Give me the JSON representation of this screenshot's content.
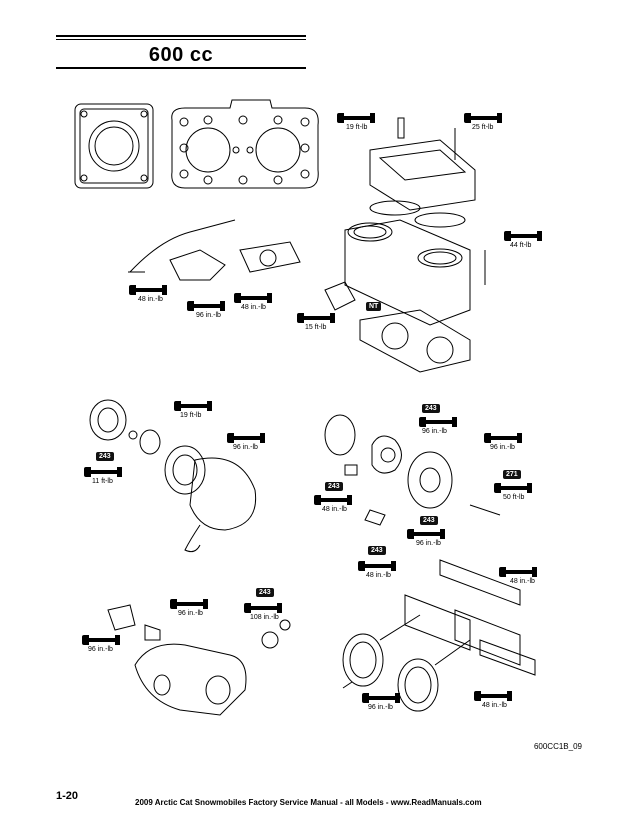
{
  "header": {
    "title": "600 cc"
  },
  "figure": {
    "code": "600CC1B_09",
    "torque_labels": {
      "top_19": "19 ft-lb",
      "top_25": "25 ft-lb",
      "top_44": "44 ft-lb",
      "top_15": "15 ft-lb",
      "top_48a": "48 in.-lb",
      "top_96": "96 in.-lb",
      "top_48b": "48 in.-lb",
      "rec_19": "19 ft-lb",
      "rec_96": "96 in.-lb",
      "rec_11": "11 ft-lb",
      "mag_96a": "96 in.-lb",
      "mag_96b": "96 in.-lb",
      "mag_50": "50 ft-lb",
      "mag_48a": "48 in.-lb",
      "mag_96c": "96 in.-lb",
      "mag_48b": "48 in.-lb",
      "wp_96a": "96 in.-lb",
      "wp_108": "108 in.-lb",
      "wp_96b": "96 in.-lb",
      "int_48a": "48 in.-lb",
      "int_96": "96 in.-lb",
      "int_48b": "48 in.-lb"
    },
    "sealant_tags": {
      "nt": "NT",
      "t243a": "243",
      "t243b": "243",
      "t243c": "243",
      "t243d": "243",
      "t243e": "243",
      "t243f": "243",
      "t271": "271"
    }
  },
  "footer": {
    "page_number": "1-20",
    "text": "2009 Arctic Cat Snowmobiles Factory Service Manual - all Models  -  www.ReadManuals.com"
  }
}
